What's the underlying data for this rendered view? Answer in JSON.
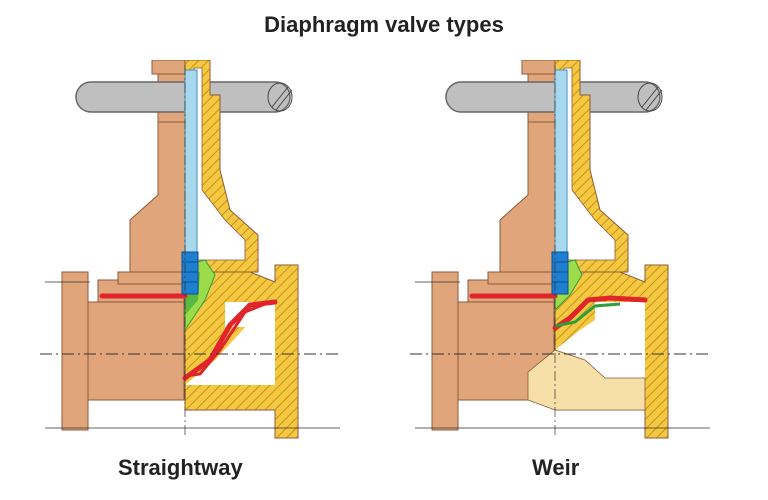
{
  "title": "Diaphragm valve types",
  "valves": [
    {
      "caption": "Straightway"
    },
    {
      "caption": "Weir"
    }
  ],
  "colors": {
    "body": "#E0A57A",
    "body_stroke": "#8B5A3C",
    "hatch_fill": "#F5C842",
    "hatch_line": "#C8901A",
    "stem": "#A8D8EE",
    "stem_blue": "#1E7FD0",
    "handwheel": "#BFBFBF",
    "diaphragm": "#E0252A",
    "compressor": "#9CDB4A",
    "compressor_dark": "#2E9E3A",
    "weir": "#F7E0A8"
  }
}
